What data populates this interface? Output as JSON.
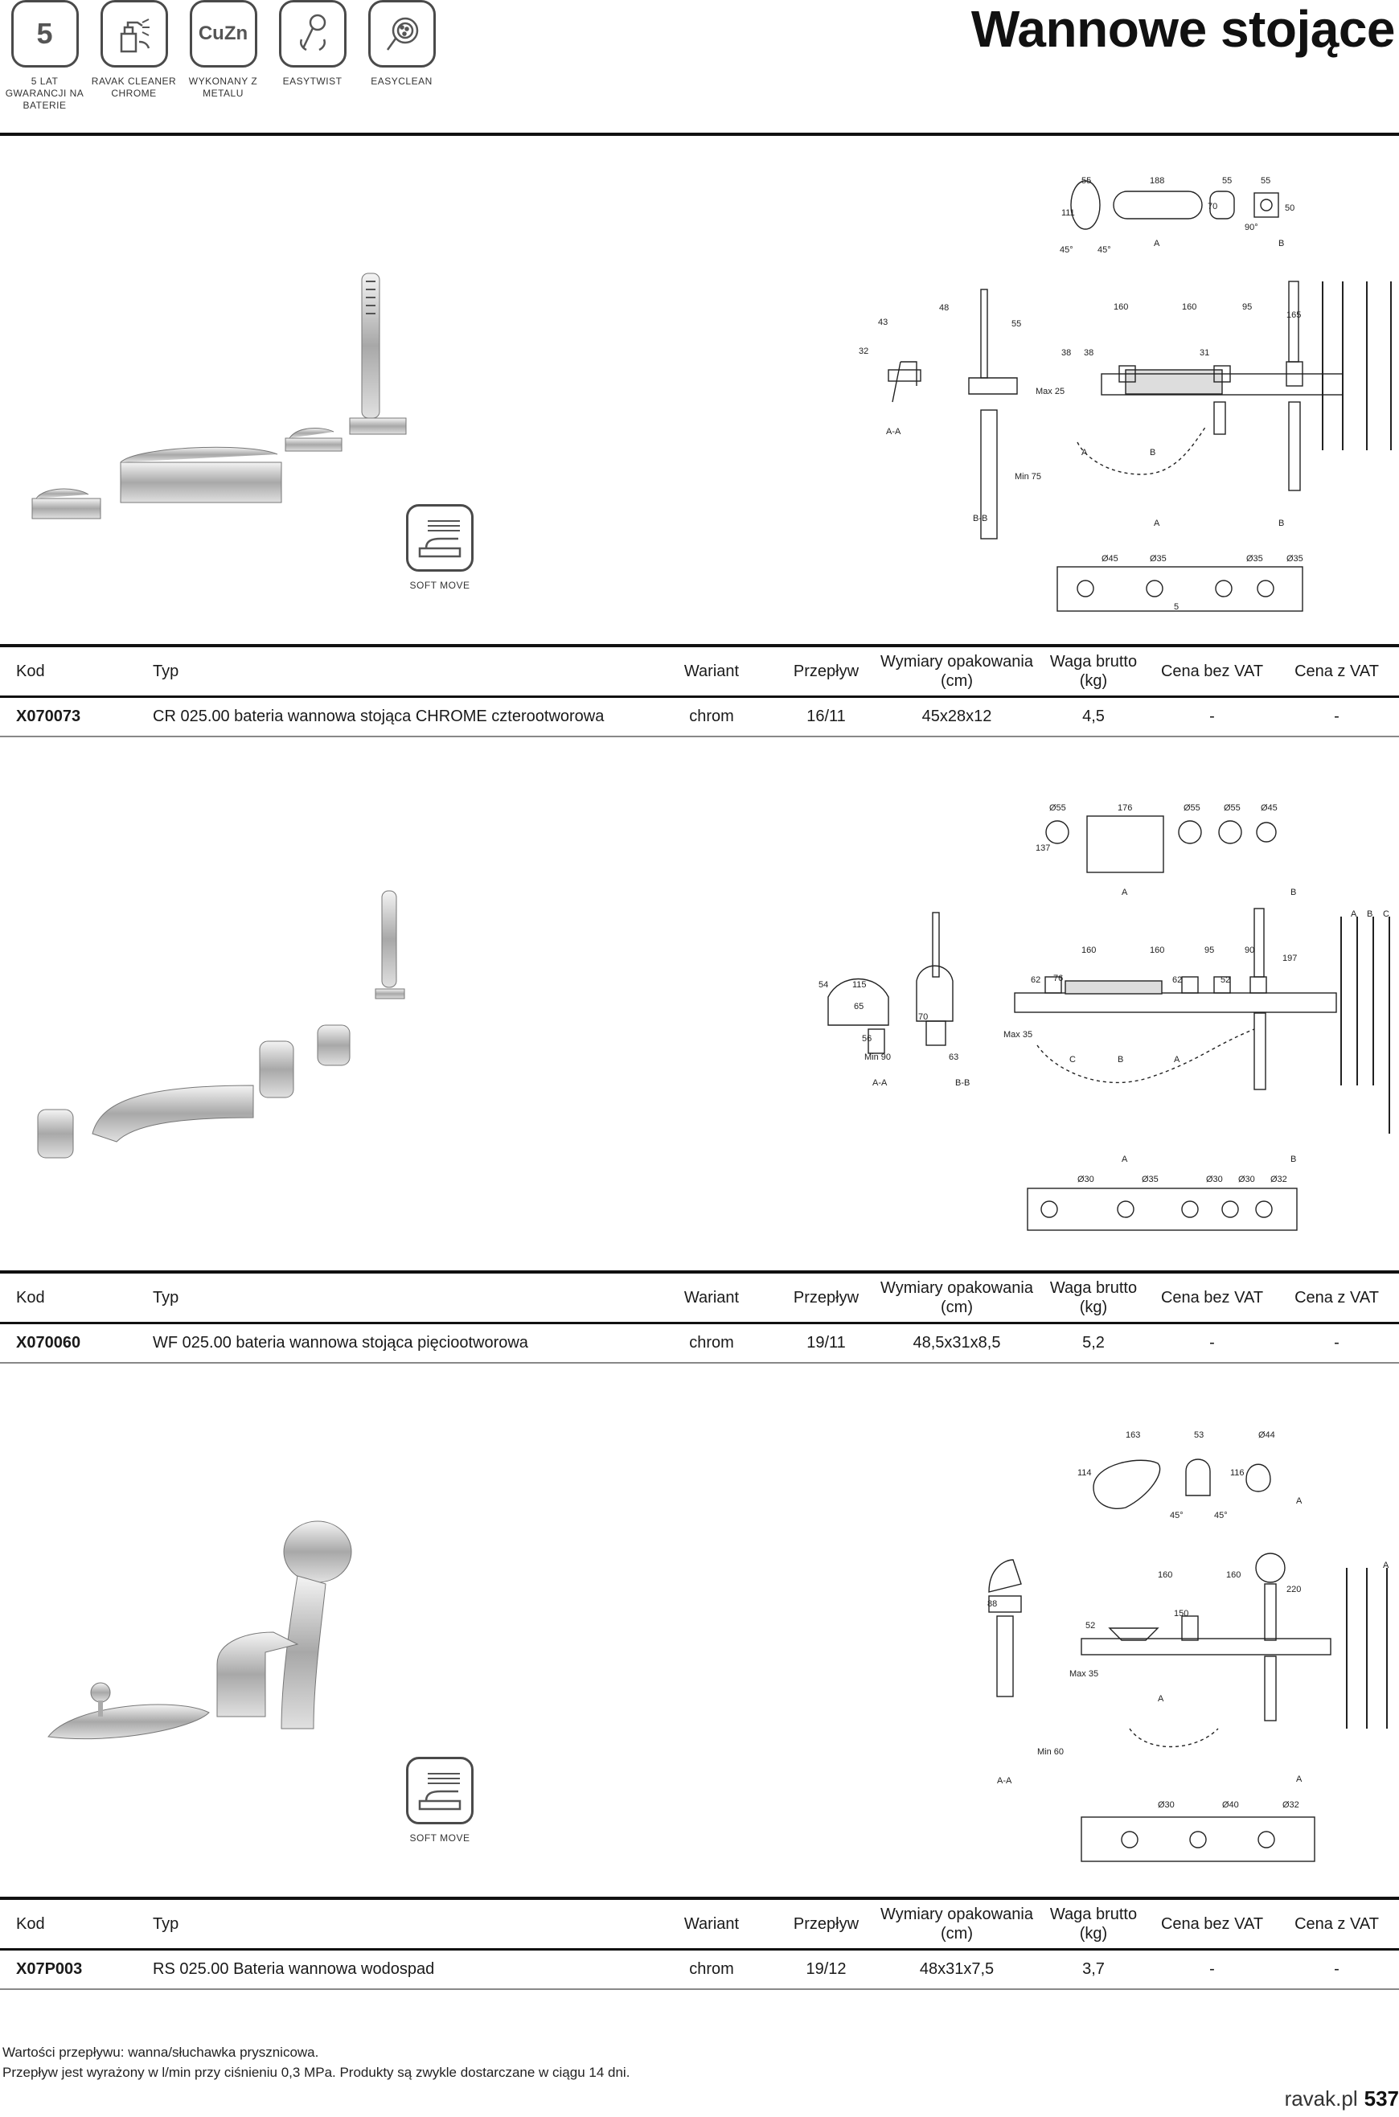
{
  "header": {
    "title": "Wannowe stojące",
    "features": [
      {
        "icon": "warranty-5-icon",
        "badge": "5",
        "label": "5 LAT GWARANCJI NA BATERIE"
      },
      {
        "icon": "cleaner-spray-icon",
        "label": "RAVAK CLEANER CHROME"
      },
      {
        "icon": "cuzn-icon",
        "badge": "CuZn",
        "label": "WYKONANY Z METALU"
      },
      {
        "icon": "easytwist-icon",
        "label": "EASYTWIST"
      },
      {
        "icon": "easyclean-icon",
        "label": "EASYCLEAN"
      }
    ]
  },
  "soft_move_label": "SOFT MOVE",
  "table_headers": {
    "kod": "Kod",
    "typ": "Typ",
    "wariant": "Wariant",
    "przeplyw": "Przepływ",
    "wymiary": "Wymiary opakowania (cm)",
    "waga": "Waga brutto (kg)",
    "cena_bez": "Cena bez VAT",
    "cena_z": "Cena z VAT"
  },
  "products": [
    {
      "kod": "X070073",
      "typ": "CR 025.00 bateria wannowa stojąca CHROME czterootworowa",
      "wariant": "chrom",
      "przeplyw": "16/11",
      "wymiary": "45x28x12",
      "waga": "4,5",
      "cena_bez": "-",
      "cena_z": "-"
    },
    {
      "kod": "X070060",
      "typ": "WF 025.00 bateria wannowa stojąca pięciootworowa",
      "wariant": "chrom",
      "przeplyw": "19/11",
      "wymiary": "48,5x31x8,5",
      "waga": "5,2",
      "cena_bez": "-",
      "cena_z": "-"
    },
    {
      "kod": "X07P003",
      "typ": "RS 025.00 Bateria wannowa wodospad",
      "wariant": "chrom",
      "przeplyw": "19/12",
      "wymiary": "48x31x7,5",
      "waga": "3,7",
      "cena_bez": "-",
      "cena_z": "-"
    }
  ],
  "drawings": {
    "d1": {
      "w1": "55",
      "w2": "188",
      "w3": "55",
      "w4": "55",
      "h1": "111",
      "h2": "70",
      "h3": "50",
      "a1": "45°",
      "a2": "45°",
      "a3": "90°",
      "sA": "A",
      "sB": "B",
      "d43": "43",
      "d32": "32",
      "d48": "48",
      "d55": "55",
      "d160a": "160",
      "d160b": "160",
      "d95": "95",
      "d165": "165",
      "d38a": "38",
      "d38b": "38",
      "d31": "31",
      "max25": "Max 25",
      "min75": "Min 75",
      "aa": "A-A",
      "bb": "B-B",
      "cA": "A",
      "cB": "B",
      "hA": "A",
      "hB": "B",
      "p1": "Ø45",
      "p2": "Ø35",
      "p3": "Ø35",
      "p4": "Ø35",
      "p5": "5"
    },
    "d2": {
      "o1": "Ø55",
      "w176": "176",
      "o2": "Ø55",
      "o3": "Ø55",
      "o4": "Ø45",
      "h137": "137",
      "sA": "A",
      "sB": "B",
      "d54": "54",
      "d115": "115",
      "d65": "65",
      "d56": "56",
      "min90": "Min 90",
      "d70": "70",
      "d63": "63",
      "d160a": "160",
      "d160b": "160",
      "d95": "95",
      "d90": "90",
      "d197": "197",
      "d62a": "62",
      "d76": "76",
      "d62b": "62",
      "d52": "52",
      "max35": "Max 35",
      "aa": "A-A",
      "bb": "B-B",
      "cC": "C",
      "cB": "B",
      "cA": "A",
      "hA": "A",
      "hB": "B",
      "hC": "C",
      "bA": "A",
      "bB": "B",
      "p1": "Ø30",
      "p2": "Ø35",
      "p3": "Ø30",
      "p4": "Ø30",
      "p5": "Ø32"
    },
    "d3": {
      "w163": "163",
      "w53": "53",
      "o44": "Ø44",
      "h114": "114",
      "h116": "116",
      "a1": "45°",
      "a2": "45°",
      "sA": "A",
      "d160a": "160",
      "d160b": "160",
      "d220": "220",
      "d52": "52",
      "d150": "150",
      "d88": "88",
      "max35": "Max 35",
      "min60": "Min 60",
      "aa": "A-A",
      "cA": "A",
      "hA": "A",
      "bA": "A",
      "p1": "Ø30",
      "p2": "Ø40",
      "p3": "Ø32"
    }
  },
  "footnotes": [
    "Wartości przepływu: wanna/słuchawka prysznicowa.",
    "Przepływ jest wyrażony w l/min przy ciśnieniu 0,3 MPa. Produkty są zwykle dostarczane w ciągu 14 dni."
  ],
  "footer": {
    "site": "ravak.pl",
    "page": "537"
  }
}
